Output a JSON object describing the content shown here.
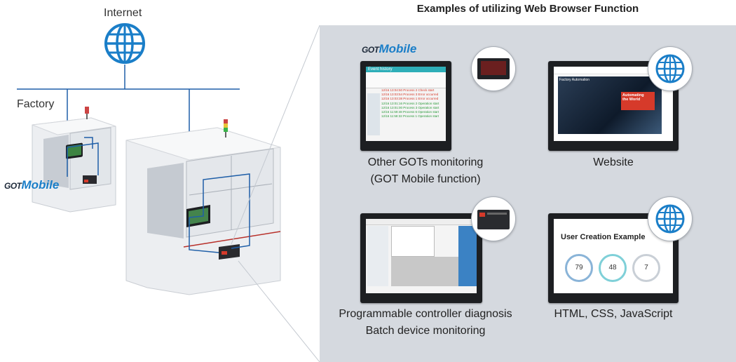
{
  "labels": {
    "internet": "Internet",
    "factory": "Factory",
    "got_mobile_brand": "GOT",
    "got_mobile_word": "Mobile"
  },
  "panel": {
    "title": "Examples of utilizing Web Browser Function"
  },
  "examples": [
    {
      "line1": "Other GOTs monitoring",
      "line2": "(GOT Mobile function)"
    },
    {
      "line1": "Website",
      "line2": ""
    },
    {
      "line1": "Programmable controller diagnosis",
      "line2": "Batch device monitoring"
    },
    {
      "line1": "HTML, CSS, JavaScript",
      "line2": ""
    }
  ],
  "website_screen": {
    "banner": "Factory Automation",
    "red_box_line1": "Automating",
    "red_box_line2": "the World"
  },
  "user_screen": {
    "heading": "User Creation Example",
    "gauges": [
      "79",
      "48",
      "7"
    ]
  },
  "event_screen": {
    "title": "Event history",
    "rows": [
      "12/16 13:04:50 Process 2  Check start",
      "12/16 13:03:54 Process 3  Error occurred",
      "12/16 13:03:38 Process 1  Error occurred",
      "12/16 13:01:16 Process 2  Operation start",
      "12/16 13:01:00 Process 3  Operation start",
      "12/16 11:59:48 Process 6  Operation start",
      "12/16 11:58:32 Process 1  Operation start"
    ]
  },
  "colors": {
    "panel_bg": "#d5d9df",
    "network_line": "#1f5fa8",
    "globe": "#1a7ec8",
    "alarm_red": "#d63a2a"
  }
}
